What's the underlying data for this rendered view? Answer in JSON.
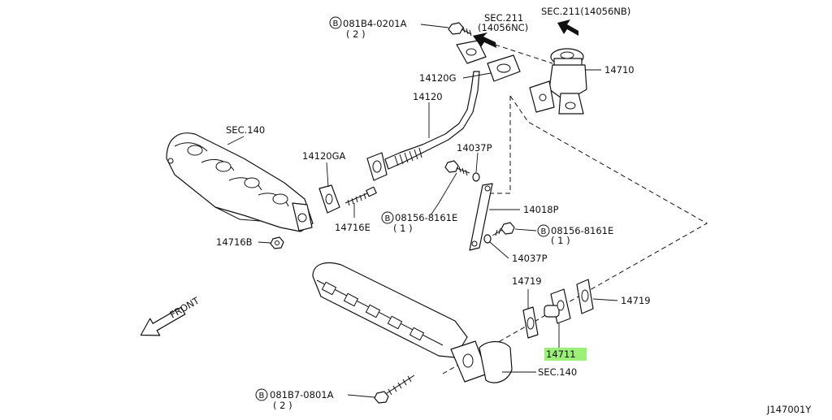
{
  "labels": {
    "bolt_top_code": "081B4-0201A",
    "bolt_top_qty": "( 2 )",
    "sec211_a_line1": "SEC.211",
    "sec211_a_line2": "(14056NC)",
    "sec211_b": "SEC.211(14056NB)",
    "egr_valve": "14710",
    "gasket_14120G": "14120G",
    "tube_14120": "14120",
    "sec140_top": "SEC.140",
    "gasket_14120GA": "14120GA",
    "bolt_14037P_top": "14037P",
    "bracket_14018P": "14018P",
    "bolt_mid_code": "08156-8161E",
    "bolt_mid_qty": "( 1 )",
    "bolt_right_code": "08156-8161E",
    "bolt_right_qty": "( 1 )",
    "bolt_14037P_bottom": "14037P",
    "nut_14716B": "14716B",
    "stud_14716E": "14716E",
    "gasket_14719_left": "14719",
    "gasket_14719_right": "14719",
    "adapter_14711": "14711",
    "sec140_bottom": "SEC.140",
    "bolt_bottom_code": "081B7-0801A",
    "bolt_bottom_qty": "( 2 )",
    "front": "FRONT",
    "drawing_id": "J147001Y"
  },
  "bolt_symbol": "B",
  "highlight_color": "#9cf07a"
}
